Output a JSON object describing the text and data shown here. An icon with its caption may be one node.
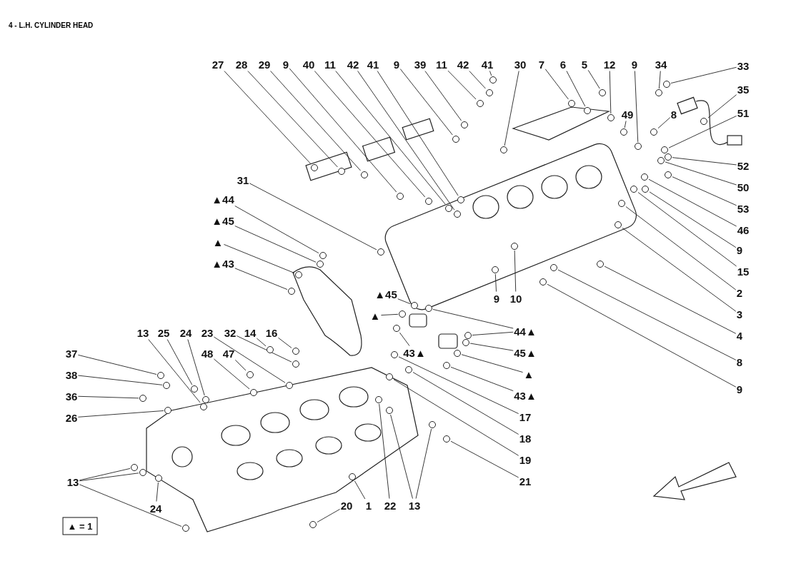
{
  "diagram": {
    "title": "4 - L.H. CYLINDER HEAD",
    "nodes": [
      {
        "text": [
          "27"
        ]
      },
      {
        "text": [
          "28"
        ]
      },
      {
        "text": [
          "29"
        ]
      },
      {
        "text": [
          "9"
        ]
      },
      {
        "text": [
          "40"
        ]
      },
      {
        "text": [
          "11"
        ]
      },
      {
        "text": [
          "42"
        ]
      },
      {
        "text": [
          "41"
        ]
      },
      {
        "text": [
          "9"
        ]
      },
      {
        "text": [
          "39"
        ]
      },
      {
        "text": [
          "11"
        ]
      },
      {
        "text": [
          "42"
        ]
      },
      {
        "text": [
          "41"
        ]
      },
      {
        "text": [
          "30"
        ]
      },
      {
        "text": [
          "7"
        ]
      },
      {
        "text": [
          "6"
        ]
      },
      {
        "text": [
          "5"
        ]
      },
      {
        "text": [
          "12"
        ]
      },
      {
        "text": [
          "49"
        ]
      },
      {
        "text": [
          "9"
        ]
      },
      {
        "text": [
          "34"
        ]
      },
      {
        "text": [
          "33"
        ]
      },
      {
        "text": [
          "35"
        ]
      },
      {
        "text": [
          "8"
        ]
      },
      {
        "text": [
          "51"
        ]
      },
      {
        "text": [
          "52"
        ]
      },
      {
        "text": [
          "50"
        ]
      },
      {
        "text": [
          "53"
        ]
      },
      {
        "text": [
          "46"
        ]
      },
      {
        "text": [
          "9"
        ]
      },
      {
        "text": [
          "15"
        ]
      },
      {
        "text": [
          "2"
        ]
      },
      {
        "text": [
          "3"
        ]
      },
      {
        "text": [
          "4"
        ]
      },
      {
        "text": [
          "8"
        ]
      },
      {
        "text": [
          "9"
        ]
      },
      {
        "text": [
          "9"
        ]
      },
      {
        "text": [
          "10"
        ]
      },
      {
        "text": [
          "31"
        ]
      },
      {
        "text": [
          "▲44"
        ]
      },
      {
        "text": [
          "▲45"
        ]
      },
      {
        "text": [
          "▲"
        ]
      },
      {
        "text": [
          "▲43"
        ]
      },
      {
        "text": [
          "▲45"
        ]
      },
      {
        "text": [
          "▲"
        ]
      },
      {
        "text": [
          "44▲"
        ]
      },
      {
        "text": [
          "45▲"
        ]
      },
      {
        "text": [
          "▲"
        ]
      },
      {
        "text": [
          "43▲"
        ]
      },
      {
        "text": [
          "43▲"
        ]
      },
      {
        "text": [
          "17"
        ]
      },
      {
        "text": [
          "18"
        ]
      },
      {
        "text": [
          "19"
        ]
      },
      {
        "text": [
          "21"
        ]
      },
      {
        "text": [
          "20"
        ]
      },
      {
        "text": [
          "1"
        ]
      },
      {
        "text": [
          "22"
        ]
      },
      {
        "text": [
          "13"
        ]
      },
      {
        "text": [
          "24"
        ]
      },
      {
        "text": [
          "13"
        ]
      },
      {
        "text": [
          "▲ = 1"
        ]
      },
      {
        "text": [
          "37"
        ]
      },
      {
        "text": [
          "38"
        ]
      },
      {
        "text": [
          "36"
        ]
      },
      {
        "text": [
          "26"
        ]
      },
      {
        "text": [
          "13"
        ]
      },
      {
        "text": [
          "25"
        ]
      },
      {
        "text": [
          "24"
        ]
      },
      {
        "text": [
          "23"
        ]
      },
      {
        "text": [
          "32"
        ]
      },
      {
        "text": [
          "14"
        ]
      },
      {
        "text": [
          "16"
        ]
      },
      {
        "text": [
          "48"
        ]
      },
      {
        "text": [
          "47"
        ]
      },
      {
        "text": [],
        "shape": "circle"
      },
      {
        "text": [],
        "shape": "circle"
      },
      {
        "text": [],
        "shape": "circle"
      },
      {
        "text": [],
        "shape": "circle"
      },
      {
        "text": [],
        "shape": "circle"
      },
      {
        "text": [],
        "shape": "circle"
      },
      {
        "text": [],
        "shape": "circle"
      },
      {
        "text": [],
        "shape": "circle"
      },
      {
        "text": [],
        "shape": "circle"
      },
      {
        "text": [],
        "shape": "circle"
      },
      {
        "text": [],
        "shape": "circle"
      },
      {
        "text": [],
        "shape": "circle"
      },
      {
        "text": [],
        "shape": "circle"
      },
      {
        "text": [],
        "shape": "circle"
      },
      {
        "text": [],
        "shape": "circle"
      },
      {
        "text": [],
        "shape": "circle"
      },
      {
        "text": [],
        "shape": "circle"
      },
      {
        "text": [],
        "shape": "circle"
      },
      {
        "text": [],
        "shape": "circle"
      },
      {
        "text": [],
        "shape": "circle"
      },
      {
        "text": [],
        "shape": "circle"
      },
      {
        "text": [],
        "shape": "circle"
      },
      {
        "text": [],
        "shape": "circle"
      },
      {
        "text": [],
        "shape": "circle"
      },
      {
        "text": [],
        "shape": "circle"
      },
      {
        "text": [],
        "shape": "circle"
      },
      {
        "text": [],
        "shape": "circle"
      },
      {
        "text": [],
        "shape": "circle"
      },
      {
        "text": [],
        "shape": "circle"
      },
      {
        "text": [],
        "shape": "circle"
      },
      {
        "text": [],
        "shape": "circle"
      },
      {
        "text": [],
        "shape": "circle"
      },
      {
        "text": [],
        "shape": "circle"
      },
      {
        "text": [],
        "shape": "circle"
      },
      {
        "text": [],
        "shape": "circle"
      },
      {
        "text": [],
        "shape": "circle"
      },
      {
        "text": [],
        "shape": "circle"
      },
      {
        "text": [],
        "shape": "circle"
      },
      {
        "text": [],
        "shape": "circle"
      },
      {
        "text": [],
        "shape": "circle"
      },
      {
        "text": [],
        "shape": "circle"
      },
      {
        "text": [],
        "shape": "circle"
      },
      {
        "text": [],
        "shape": "circle"
      },
      {
        "text": [],
        "shape": "circle"
      },
      {
        "text": [],
        "shape": "circle"
      },
      {
        "text": [],
        "shape": "circle"
      },
      {
        "text": [],
        "shape": "circle"
      },
      {
        "text": [],
        "shape": "circle"
      },
      {
        "text": [],
        "shape": "circle"
      },
      {
        "text": [],
        "shape": "circle"
      },
      {
        "text": [],
        "shape": "circle"
      },
      {
        "text": [],
        "shape": "circle"
      },
      {
        "text": [],
        "shape": "circle"
      },
      {
        "text": [],
        "shape": "circle"
      },
      {
        "text": [],
        "shape": "circle"
      },
      {
        "text": [],
        "shape": "circle"
      },
      {
        "text": [],
        "shape": "circle"
      },
      {
        "text": [],
        "shape": "circle"
      },
      {
        "text": [],
        "shape": "circle"
      },
      {
        "text": [],
        "shape": "circle"
      },
      {
        "text": [],
        "shape": "circle"
      },
      {
        "text": [],
        "shape": "circle"
      },
      {
        "text": [],
        "shape": "circle"
      },
      {
        "text": [],
        "shape": "circle"
      },
      {
        "text": [],
        "shape": "circle"
      },
      {
        "text": [],
        "shape": "circle"
      },
      {
        "text": [],
        "shape": "circle"
      },
      {
        "text": [],
        "shape": "circle"
      },
      {
        "text": [],
        "shape": "circle"
      },
      {
        "text": [],
        "shape": "circle"
      },
      {
        "text": [],
        "shape": "circle"
      },
      {
        "text": [],
        "shape": "circle"
      },
      {
        "text": [],
        "shape": "circle"
      },
      {
        "text": [],
        "shape": "circle"
      },
      {
        "text": [],
        "shape": "circle"
      },
      {
        "text": [],
        "shape": "circle"
      },
      {
        "text": [],
        "shape": "circle"
      }
    ],
    "edges": [
      {
        "from": 0,
        "to": 74,
        "arrow": "none"
      },
      {
        "from": 1,
        "to": 75,
        "arrow": "none"
      },
      {
        "from": 2,
        "to": 76,
        "arrow": "none"
      },
      {
        "from": 3,
        "to": 77,
        "arrow": "none"
      },
      {
        "from": 4,
        "to": 78,
        "arrow": "none"
      },
      {
        "from": 5,
        "to": 79,
        "arrow": "none"
      },
      {
        "from": 6,
        "to": 80,
        "arrow": "none"
      },
      {
        "from": 7,
        "to": 81,
        "arrow": "none"
      },
      {
        "from": 8,
        "to": 82,
        "arrow": "none"
      },
      {
        "from": 9,
        "to": 83,
        "arrow": "none"
      },
      {
        "from": 10,
        "to": 84,
        "arrow": "none"
      },
      {
        "from": 11,
        "to": 85,
        "arrow": "none"
      },
      {
        "from": 12,
        "to": 86,
        "arrow": "none"
      },
      {
        "from": 13,
        "to": 87,
        "arrow": "none"
      },
      {
        "from": 14,
        "to": 88,
        "arrow": "none"
      },
      {
        "from": 15,
        "to": 89,
        "arrow": "none"
      },
      {
        "from": 16,
        "to": 90,
        "arrow": "none"
      },
      {
        "from": 17,
        "to": 91,
        "arrow": "none"
      },
      {
        "from": 18,
        "to": 92,
        "arrow": "none"
      },
      {
        "from": 19,
        "to": 93,
        "arrow": "none"
      },
      {
        "from": 20,
        "to": 94,
        "arrow": "none"
      },
      {
        "from": 21,
        "to": 95,
        "arrow": "none"
      },
      {
        "from": 22,
        "to": 96,
        "arrow": "none"
      },
      {
        "from": 23,
        "to": 97,
        "arrow": "none"
      },
      {
        "from": 24,
        "to": 98,
        "arrow": "none"
      },
      {
        "from": 25,
        "to": 99,
        "arrow": "none"
      },
      {
        "from": 26,
        "to": 100,
        "arrow": "none"
      },
      {
        "from": 27,
        "to": 101,
        "arrow": "none"
      },
      {
        "from": 28,
        "to": 102,
        "arrow": "none"
      },
      {
        "from": 29,
        "to": 103,
        "arrow": "none"
      },
      {
        "from": 30,
        "to": 104,
        "arrow": "none"
      },
      {
        "from": 31,
        "to": 105,
        "arrow": "none"
      },
      {
        "from": 32,
        "to": 106,
        "arrow": "none"
      },
      {
        "from": 33,
        "to": 107,
        "arrow": "none"
      },
      {
        "from": 34,
        "to": 108,
        "arrow": "none"
      },
      {
        "from": 35,
        "to": 109,
        "arrow": "none"
      },
      {
        "from": 36,
        "to": 110,
        "arrow": "none"
      },
      {
        "from": 37,
        "to": 111,
        "arrow": "none"
      },
      {
        "from": 38,
        "to": 112,
        "arrow": "none"
      },
      {
        "from": 39,
        "to": 113,
        "arrow": "none"
      },
      {
        "from": 40,
        "to": 114,
        "arrow": "none"
      },
      {
        "from": 41,
        "to": 115,
        "arrow": "none"
      },
      {
        "from": 42,
        "to": 116,
        "arrow": "none"
      },
      {
        "from": 43,
        "to": 117,
        "arrow": "none"
      },
      {
        "from": 44,
        "to": 118,
        "arrow": "none"
      },
      {
        "from": 45,
        "to": 119,
        "arrow": "none"
      },
      {
        "from": 45,
        "to": 120,
        "arrow": "none"
      },
      {
        "from": 46,
        "to": 121,
        "arrow": "none"
      },
      {
        "from": 47,
        "to": 122,
        "arrow": "none"
      },
      {
        "from": 48,
        "to": 123,
        "arrow": "none"
      },
      {
        "from": 49,
        "to": 124,
        "arrow": "none"
      },
      {
        "from": 50,
        "to": 125,
        "arrow": "none"
      },
      {
        "from": 51,
        "to": 126,
        "arrow": "none"
      },
      {
        "from": 52,
        "to": 127,
        "arrow": "none"
      },
      {
        "from": 53,
        "to": 128,
        "arrow": "none"
      },
      {
        "from": 54,
        "to": 129,
        "arrow": "none"
      },
      {
        "from": 55,
        "to": 130,
        "arrow": "none"
      },
      {
        "from": 56,
        "to": 131,
        "arrow": "none"
      },
      {
        "from": 57,
        "to": 132,
        "arrow": "none"
      },
      {
        "from": 57,
        "to": 133,
        "arrow": "none"
      },
      {
        "from": 58,
        "to": 134,
        "arrow": "none"
      },
      {
        "from": 59,
        "to": 135,
        "arrow": "none"
      },
      {
        "from": 59,
        "to": 136,
        "arrow": "none"
      },
      {
        "from": 59,
        "to": 137,
        "arrow": "none"
      },
      {
        "from": 61,
        "to": 138,
        "arrow": "none"
      },
      {
        "from": 62,
        "to": 139,
        "arrow": "none"
      },
      {
        "from": 63,
        "to": 140,
        "arrow": "none"
      },
      {
        "from": 64,
        "to": 141,
        "arrow": "none"
      },
      {
        "from": 65,
        "to": 142,
        "arrow": "none"
      },
      {
        "from": 66,
        "to": 143,
        "arrow": "none"
      },
      {
        "from": 67,
        "to": 144,
        "arrow": "none"
      },
      {
        "from": 68,
        "to": 145,
        "arrow": "none"
      },
      {
        "from": 69,
        "to": 146,
        "arrow": "none"
      },
      {
        "from": 70,
        "to": 147,
        "arrow": "none"
      },
      {
        "from": 71,
        "to": 148,
        "arrow": "none"
      },
      {
        "from": 72,
        "to": 149,
        "arrow": "none"
      },
      {
        "from": 73,
        "to": 150,
        "arrow": "none"
      }
    ]
  }
}
